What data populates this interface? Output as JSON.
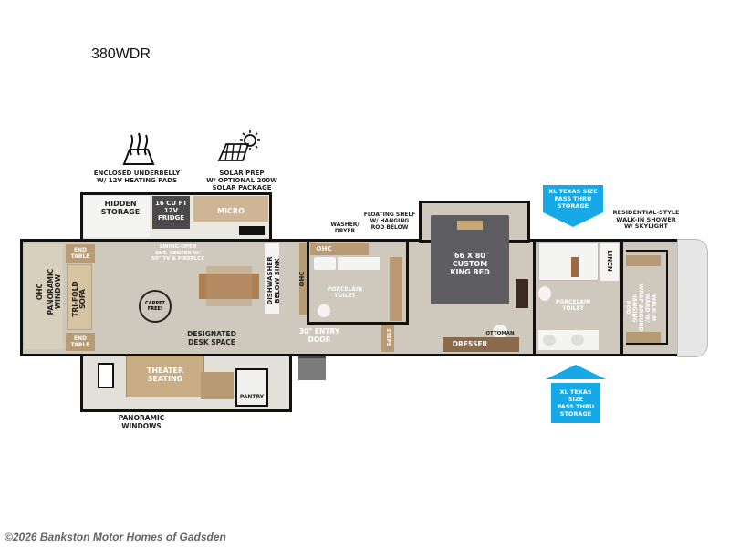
{
  "model": "380WDR",
  "features": [
    {
      "icon": "heat-waves-icon",
      "label": "ENCLOSED UNDERBELLY\nW/ 12V HEATING PADS"
    },
    {
      "icon": "solar-panel-icon",
      "label": "SOLAR PREP\nW/ OPTIONAL 200W\nSOLAR PACKAGE"
    }
  ],
  "rooms": {
    "hidden_storage": "HIDDEN\nSTORAGE",
    "fridge": "16 CU FT\n12V\nFRIDGE",
    "micro": "MICRO",
    "entertainment": "SWING-OPEN\nENT. CENTER W/\n50\" TV & FIREPLCE",
    "end_table_top": "END\nTABLE",
    "end_table_bottom": "END\nTABLE",
    "ohc_front": "OHC",
    "panoramic_window": "PANORAMIC\nWINDOW",
    "sofa": "TRI-FOLD\nSOFA",
    "carpet_badge": "CARPET FREE!",
    "dishwasher": "DISHWASHER\nBELOW SINK",
    "ohc_kitchen": "OHC",
    "desk": "DESIGNATED\nDESK SPACE",
    "theater": "THEATER\nSEATING",
    "pantry": "PANTRY",
    "panoramic_windows": "PANORAMIC\nWINDOWS",
    "entry_door": "30\" ENTRY\nDOOR",
    "steps": "STEPS",
    "ohc_bath": "OHC",
    "washer": "WASHER/\nDRYER",
    "floating_shelf": "FLOATING SHELF\nW/ HANGING\nROD BELOW",
    "toilet_1": "PORCELAIN\nTOILET",
    "bed": "66 X 80\nCUSTOM\nKING BED",
    "ottoman": "OTTOMAN",
    "dresser": "DRESSER",
    "shower": "RESIDENTIAL-STYLE\nWALK-IN SHOWER\nW/ SKYLIGHT",
    "linen": "LINEN",
    "toilet_2": "PORCELAIN\nTOILET",
    "wardrobe": "WALK-IN\nWARD W/\nWRAP-AROUND\nHANGING\nROD"
  },
  "callouts": {
    "top_storage": "XL TEXAS SIZE\nPASS THRU\nSTORAGE",
    "bottom_storage": "XL TEXAS SIZE\nPASS THRU\nSTORAGE",
    "color": "#17a8e8"
  },
  "watermark": "©2026 Bankston Motor Homes of Gadsden"
}
